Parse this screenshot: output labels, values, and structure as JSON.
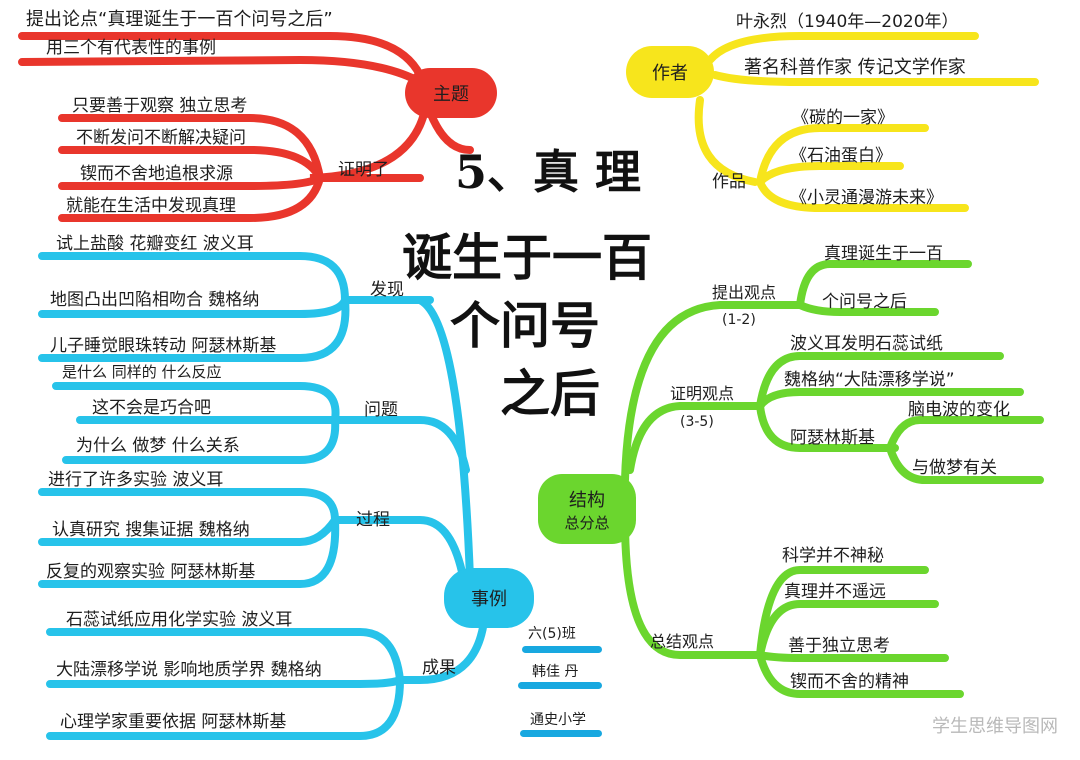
{
  "colors": {
    "red": "#e9362c",
    "yellow": "#f7e51c",
    "green": "#6bd62e",
    "blue": "#27c3ea"
  },
  "title": {
    "line1": "5、真 理",
    "line2": "诞生于一百",
    "line3": "个问号",
    "line4": "之后"
  },
  "theme": {
    "label": "主题",
    "items": [
      "提出论点“真理诞生于一百个问号之后”",
      "用三个有代表性的事例"
    ],
    "proof_label": "证明了",
    "proofs": [
      "只要善于观察 独立思考",
      "不断发问不断解决疑问",
      "锲而不舍地追根求源",
      "就能在生活中发现真理"
    ]
  },
  "author": {
    "label": "作者",
    "name": "叶永烈（1940年—2020年）",
    "desc": "著名科普作家  传记文学作家",
    "works_label": "作品",
    "works": [
      "《碳的一家》",
      "《石油蛋白》",
      "《小灵通漫游未来》"
    ]
  },
  "examples": {
    "label": "事例",
    "discovery_label": "发现",
    "discovery": [
      "试上盐酸 花瓣变红  波义耳",
      "地图凸出凹陷相吻合  魏格纳",
      "儿子睡觉眼珠转动  阿瑟林斯基"
    ],
    "question_label": "问题",
    "questions": [
      "是什么    同样的    什么反应",
      "这不会是巧合吧",
      "为什么  做梦  什么关系"
    ],
    "process_label": "过程",
    "process": [
      "进行了许多实验  波义耳",
      "认真研究 搜集证据  魏格纳",
      "反复的观察实验  阿瑟林斯基"
    ],
    "result_label": "成果",
    "results": [
      "石蕊试纸应用化学实验   波义耳",
      "大陆漂移学说 影响地质学界  魏格纳",
      "心理学家重要依据  阿瑟林斯基"
    ]
  },
  "structure": {
    "label_top": "结构",
    "label_bottom": "总分总",
    "point1_label": "提出观点",
    "point1_range": "(1-2)",
    "point1": [
      "真理诞生于一百",
      "个问号之后"
    ],
    "point2_label": "证明观点",
    "point2_range": "(3-5)",
    "point2": [
      "波义耳发明石蕊试纸",
      "魏格纳“大陆漂移学说”",
      "阿瑟林斯基"
    ],
    "point2_sub": [
      "脑电波的变化",
      "与做梦有关"
    ],
    "point3_label": "总结观点",
    "point3": [
      "科学并不神秘",
      "真理并不遥远",
      "善于独立思考",
      "锲而不舍的精神"
    ]
  },
  "credits": [
    "六(5)班",
    "韩佳 丹",
    "通史小学"
  ],
  "watermark": "学生思维导图网"
}
